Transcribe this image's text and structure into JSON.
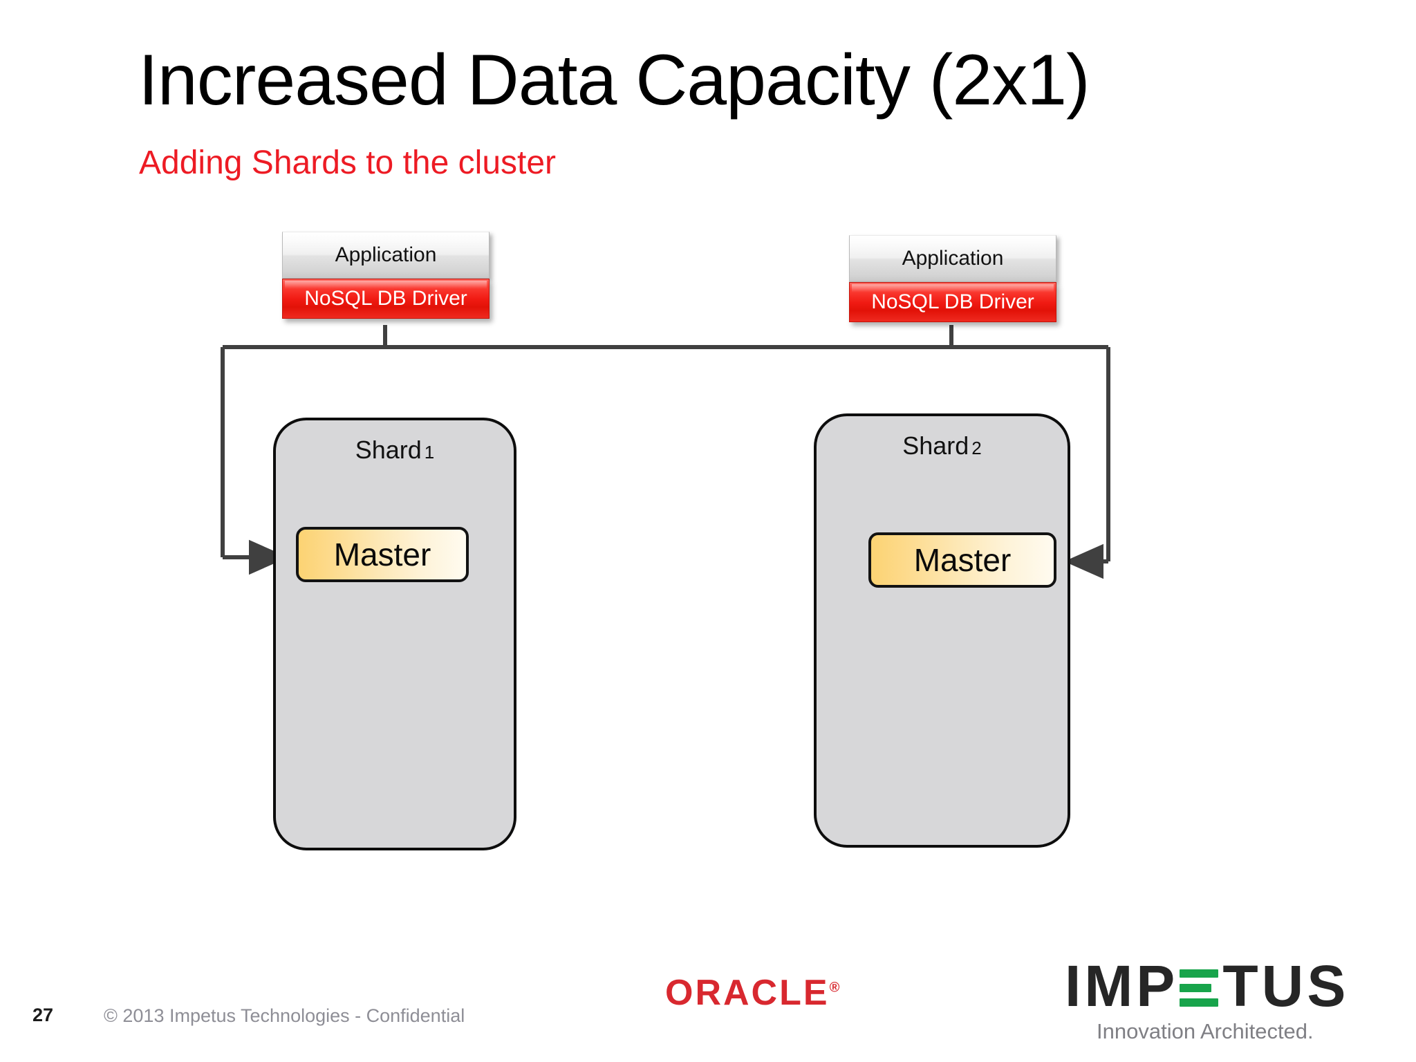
{
  "slide": {
    "page_number": "27",
    "title": "Increased Data Capacity (2x1)",
    "subtitle": "Adding  Shards to the cluster",
    "copyright": "© 2013 Impetus Technologies - Confidential",
    "title_color": "#000000",
    "subtitle_color": "#ED1B24",
    "background": "#FFFFFF"
  },
  "diagram": {
    "clients": [
      {
        "app_label": "Application",
        "driver_label": "NoSQL DB Driver"
      },
      {
        "app_label": "Application",
        "driver_label": "NoSQL DB Driver"
      }
    ],
    "shards": [
      {
        "name": "Shard",
        "number": "1",
        "node_label": "Master"
      },
      {
        "name": "Shard",
        "number": "2",
        "node_label": "Master"
      }
    ],
    "colors": {
      "driver_red": "#F01A12",
      "shard_fill": "#D7D7D9",
      "shard_border": "#0D0D0D",
      "master_fill": "#FCD373",
      "connector": "#404040"
    }
  },
  "logos": {
    "oracle": {
      "text": "ORACLE",
      "registered": "®",
      "color": "#D8282F"
    },
    "impetus": {
      "part1": "IMP",
      "part2": "TUS",
      "tagline": "Innovation Architected.",
      "bar_color": "#18A44B",
      "text_color": "#262626"
    }
  }
}
